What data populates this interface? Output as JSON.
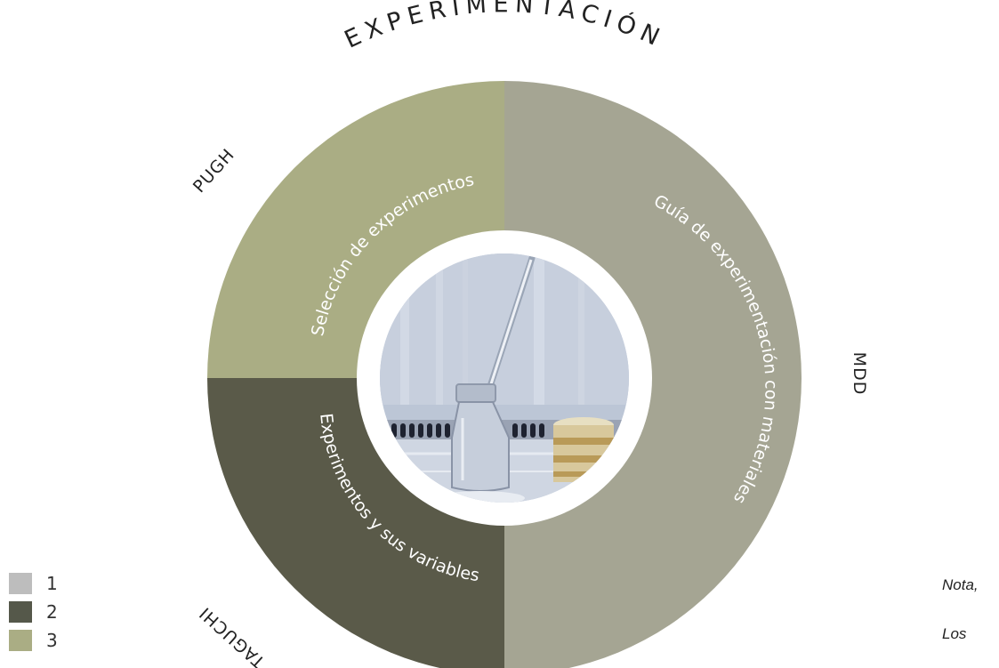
{
  "diagram": {
    "title": "EXPERIMENTACIÓN",
    "outer_labels": {
      "top_left": "PUGH",
      "right": "MDD",
      "bottom_left": "TAGUCHI"
    },
    "segments": [
      {
        "id": "seleccion",
        "label": "Selección de experimentos",
        "legend_level": "3",
        "color": "#aaad84"
      },
      {
        "id": "guia",
        "label": "Guía de experimentación con materiales",
        "legend_level": "1",
        "color": "#a5a593"
      },
      {
        "id": "experimentos",
        "label": "Experimentos y sus variables",
        "legend_level": "2",
        "color": "#5a5a49"
      }
    ],
    "center_image": "laboratory-glassware-photo"
  },
  "legend": [
    {
      "label": "1",
      "color": "#bdbdbd"
    },
    {
      "label": "2",
      "color": "#55584a"
    },
    {
      "label": "3",
      "color": "#aaad84"
    }
  ],
  "notes": {
    "line1": "Nota,",
    "line2": "Los"
  }
}
